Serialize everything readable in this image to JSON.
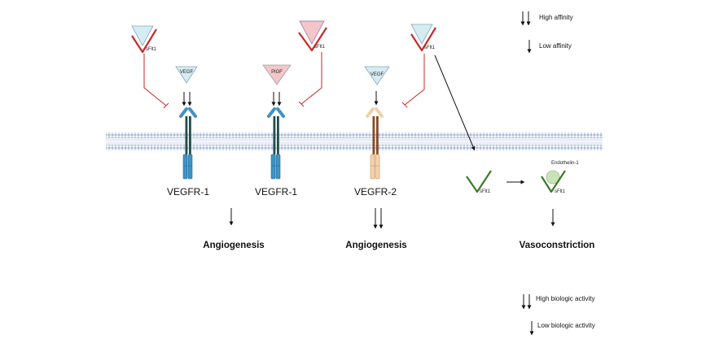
{
  "legend": {
    "affinity_high": "High affinity",
    "affinity_low": "Low affinity",
    "activity_high": "High biologic activity",
    "activity_low": "Low biologic activity"
  },
  "ligands": {
    "vegf": "VEGF",
    "plgf": "PlGF",
    "sflt1": "sFlt1",
    "endothelin": "Endothelin-1"
  },
  "receptors": {
    "vegfr1_a": "VEGFR-1",
    "vegfr1_b": "VEGFR-1",
    "vegfr2": "VEGFR-2"
  },
  "outcomes": {
    "angio_1": "Angiogenesis",
    "angio_2": "Angiogenesis",
    "vaso": "Vasoconstriction"
  },
  "colors": {
    "vegf_fill": "#d6ecf3",
    "plgf_fill": "#f4c6ca",
    "inhibitor_red": "#c62a2a",
    "sflt1_green": "#3a7a2a",
    "vegfr1_blue": "#3e93c4",
    "vegfr2_tan": "#f3d3ae",
    "membrane": "#b8c6e0"
  }
}
